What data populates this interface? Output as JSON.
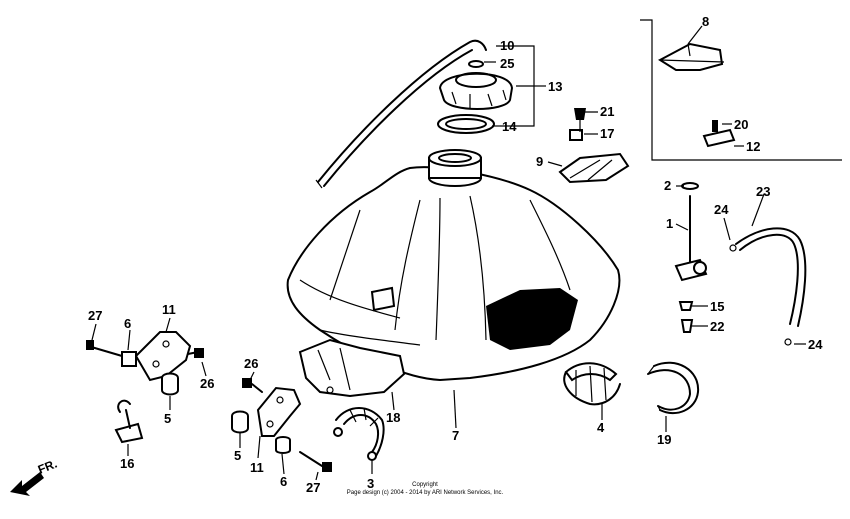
{
  "callouts": {
    "c1": "1",
    "c2": "2",
    "c3": "3",
    "c4": "4",
    "c5a": "5",
    "c5b": "5",
    "c6a": "6",
    "c6b": "6",
    "c7": "7",
    "c8": "8",
    "c9": "9",
    "c10": "10",
    "c11a": "11",
    "c11b": "11",
    "c12": "12",
    "c13": "13",
    "c14": "14",
    "c15": "15",
    "c16": "16",
    "c17": "17",
    "c18": "18",
    "c19": "19",
    "c20": "20",
    "c21": "21",
    "c22": "22",
    "c23": "23",
    "c24a": "24",
    "c24b": "24",
    "c25": "25",
    "c26a": "26",
    "c26b": "26",
    "c27a": "27",
    "c27b": "27"
  },
  "direction_label": "FR.",
  "copyright": {
    "line1": "Copyright",
    "line2": "Page design (c) 2004 - 2014 by ARI Network Services, Inc."
  }
}
